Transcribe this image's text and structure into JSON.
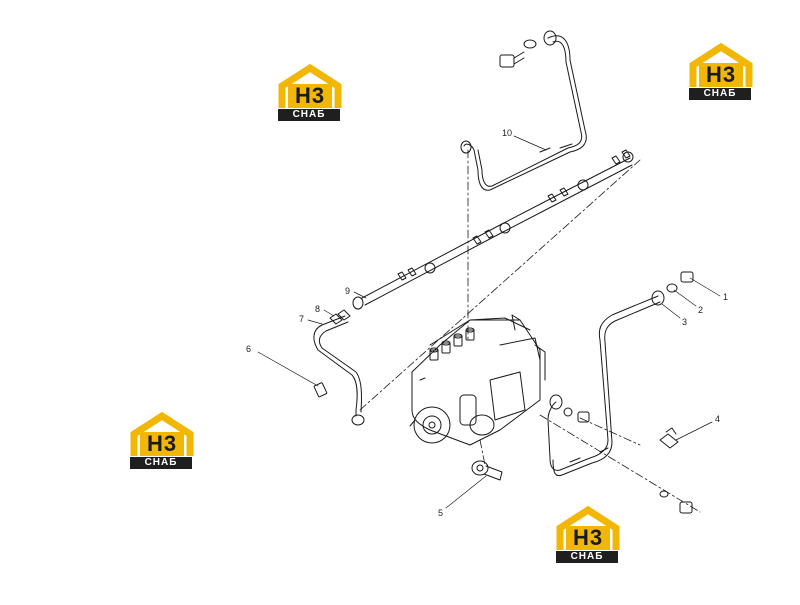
{
  "diagram": {
    "callouts": [
      {
        "id": "1",
        "label": "1"
      },
      {
        "id": "2",
        "label": "2"
      },
      {
        "id": "3",
        "label": "3"
      },
      {
        "id": "4",
        "label": "4"
      },
      {
        "id": "5",
        "label": "5"
      },
      {
        "id": "6",
        "label": "6"
      },
      {
        "id": "7",
        "label": "7"
      },
      {
        "id": "8",
        "label": "8"
      },
      {
        "id": "9",
        "label": "9"
      },
      {
        "id": "10",
        "label": "10"
      }
    ]
  },
  "watermark": {
    "letters": "H3",
    "word": "СНАБ",
    "colors": {
      "roof": "#f2b705",
      "body": "#1f1f1f"
    }
  },
  "colors": {
    "line": "#1a1a1a",
    "background": "#ffffff"
  }
}
